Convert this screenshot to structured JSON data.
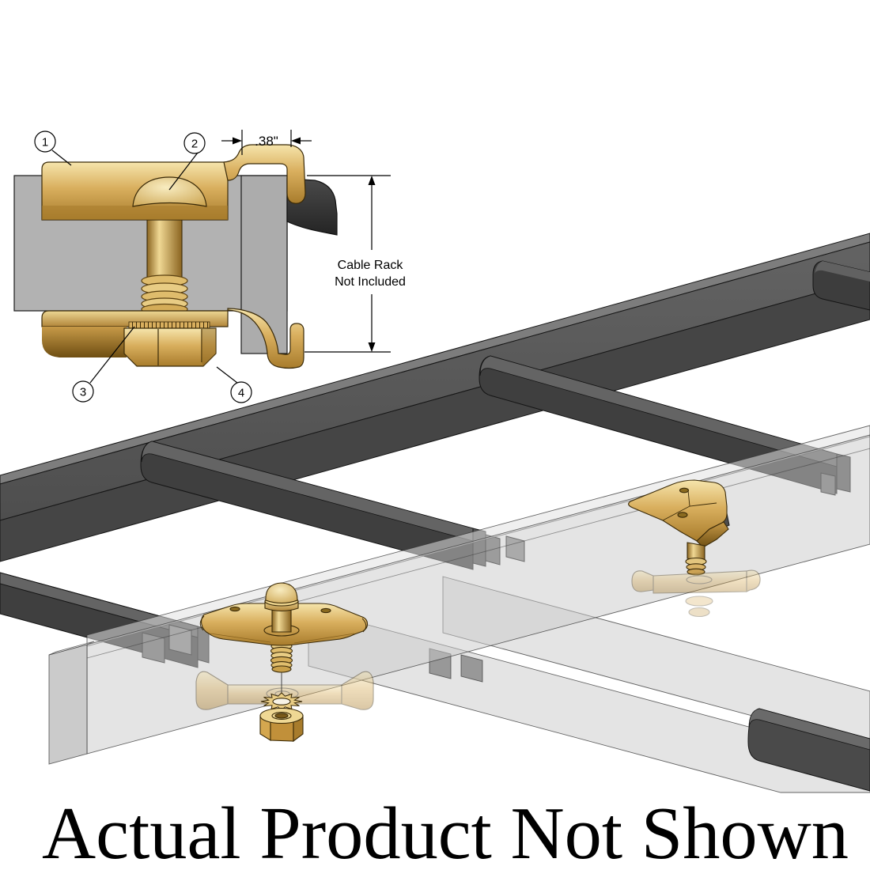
{
  "colors": {
    "background": "#ffffff",
    "brass_light": "#F2DE9E",
    "brass_mid": "#D9AF5E",
    "brass_dark": "#A87C2C",
    "brass_shadow": "#6E4E12",
    "rack_gray_top": "#585858",
    "rack_gray_front": "#464646",
    "rung_dark": "#3F3F3F",
    "detail_gray": "#B2B2B2",
    "translucent_gray": "#C9C9C9",
    "outline": "#1A1A1A"
  },
  "detail_view": {
    "dimension_label": ".38\"",
    "note": {
      "line1": "Cable Rack",
      "line2": "Not Included"
    },
    "callouts": [
      "1",
      "2",
      "3",
      "4"
    ]
  },
  "caption": {
    "text": "Actual Product Not Shown"
  }
}
